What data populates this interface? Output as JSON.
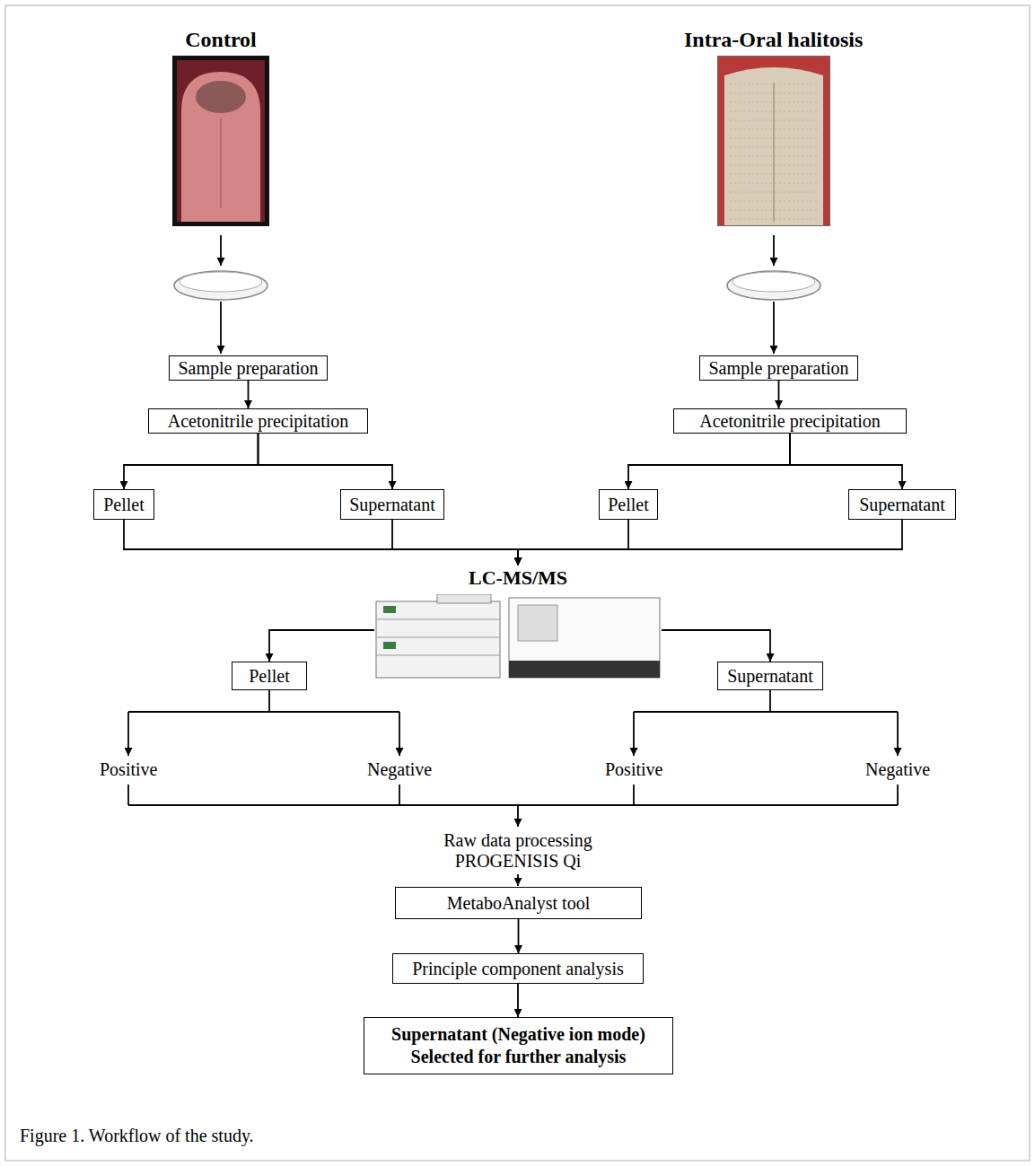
{
  "diagram": {
    "caption": "Figure 1. Workflow of the study.",
    "nodes": [
      {
        "text": [
          "Control"
        ]
      },
      {
        "text": [
          "Intra-Oral halitosis"
        ]
      },
      {
        "text": [
          "Sample preparation"
        ]
      },
      {
        "text": [
          "Acetonitrile precipitation"
        ]
      },
      {
        "text": [
          "Pellet"
        ]
      },
      {
        "text": [
          "Supernatant"
        ]
      },
      {
        "text": [
          "Sample preparation"
        ]
      },
      {
        "text": [
          "Acetonitrile precipitation"
        ]
      },
      {
        "text": [
          "Pellet"
        ]
      },
      {
        "text": [
          "Supernatant"
        ]
      },
      {
        "text": [
          "LC-MS/MS"
        ]
      },
      {
        "text": [
          "Pellet"
        ]
      },
      {
        "text": [
          "Supernatant"
        ]
      },
      {
        "text": [
          "MetaboAnalyst tool"
        ]
      },
      {
        "text": [
          "Principle component analysis"
        ]
      },
      {
        "text": [
          "Supernatant (Negative ion mode) Selected for further analysis"
        ]
      }
    ],
    "edges": [
      {
        "from": 2,
        "to": 3,
        "arrow": "to"
      },
      {
        "from": 3,
        "to": 4,
        "arrow": "to"
      },
      {
        "from": 3,
        "to": 5,
        "arrow": "to"
      },
      {
        "from": 6,
        "to": 7,
        "arrow": "to"
      },
      {
        "from": 7,
        "to": 8,
        "arrow": "to"
      },
      {
        "from": 7,
        "to": 9,
        "arrow": "to"
      },
      {
        "from": 4,
        "to": 10,
        "arrow": "to"
      },
      {
        "from": 5,
        "to": 10,
        "arrow": "to"
      },
      {
        "from": 8,
        "to": 10,
        "arrow": "to"
      },
      {
        "from": 9,
        "to": 10,
        "arrow": "to"
      },
      {
        "from": 10,
        "to": 11,
        "arrow": "to"
      },
      {
        "from": 10,
        "to": 12,
        "arrow": "to"
      },
      {
        "from": 13,
        "to": 14,
        "arrow": "to"
      },
      {
        "from": 14,
        "to": 15,
        "arrow": "to"
      }
    ],
    "labels": [
      "Positive",
      "Negative",
      "Positive",
      "Negative",
      "Raw data processing PROGENISIS Qi"
    ]
  }
}
